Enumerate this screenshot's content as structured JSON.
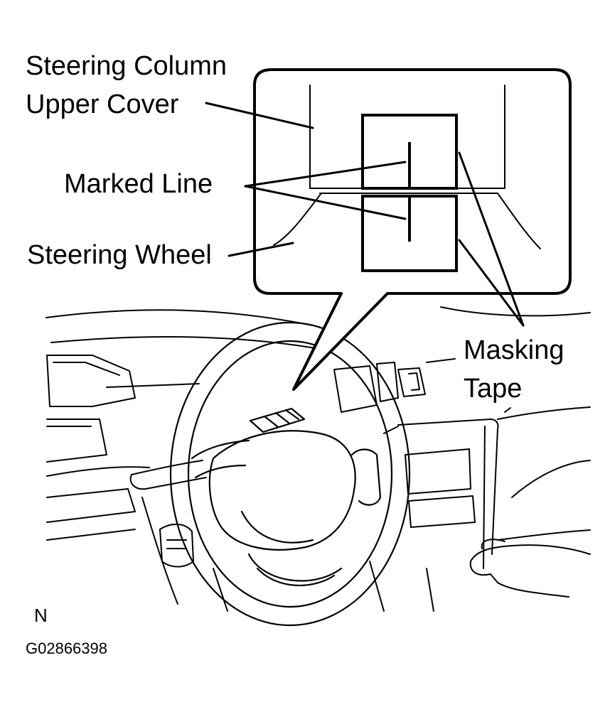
{
  "labels": {
    "column_cover_line1": "Steering Column",
    "column_cover_line2": "Upper Cover",
    "marked_line": "Marked Line",
    "steering_wheel": "Steering Wheel",
    "masking_tape_line1": "Masking",
    "masking_tape_line2": "Tape",
    "orientation_mark": "N",
    "figure_code": "G02866398"
  }
}
